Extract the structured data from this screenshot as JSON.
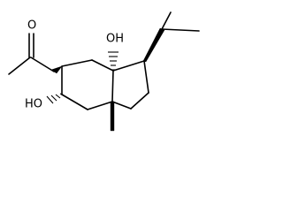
{
  "molecule": {
    "atoms": {
      "carbonyl_oxygen": "O",
      "hydroxyl_right": "OH",
      "hydroxyl_left": "HO"
    },
    "colors": {
      "ink": "#000000",
      "background": "#ffffff"
    }
  }
}
